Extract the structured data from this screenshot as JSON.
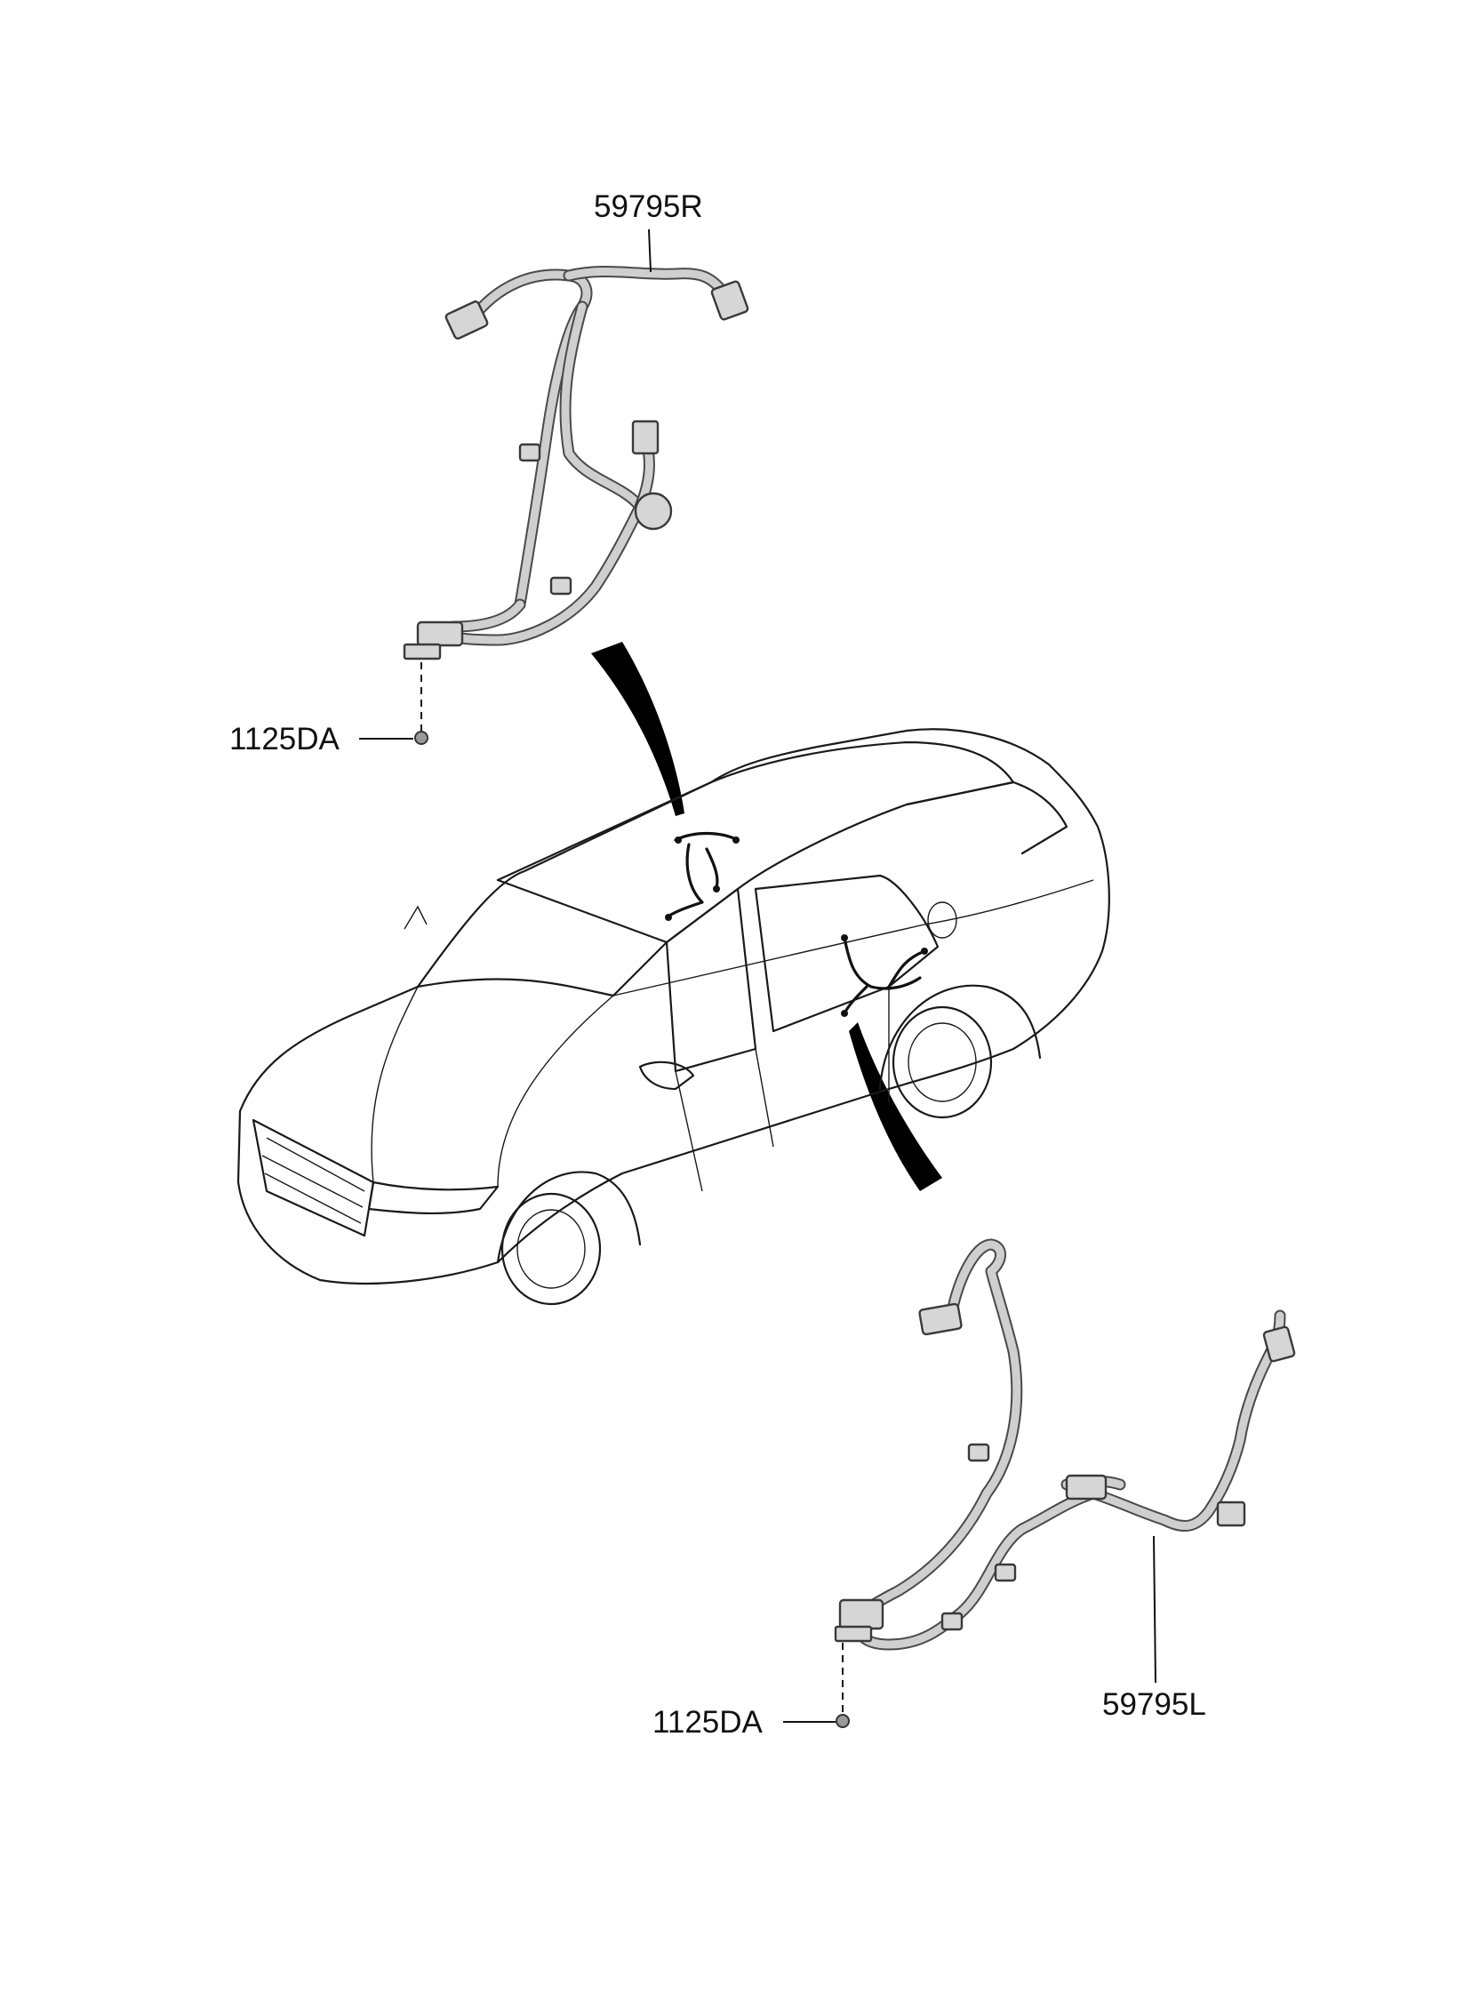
{
  "labels": {
    "right_harness": "59795R",
    "left_harness": "59795L",
    "bolt_top": "1125DA",
    "bolt_bottom": "1125DA"
  }
}
